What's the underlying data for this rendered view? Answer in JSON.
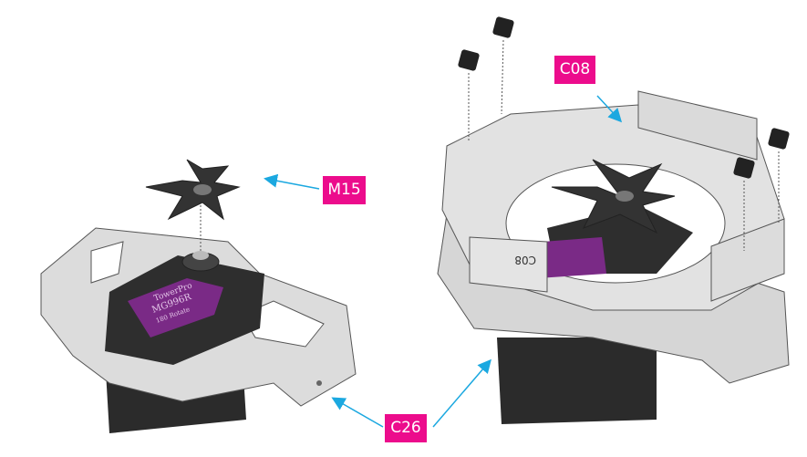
{
  "labels": {
    "c08": "C08",
    "m15": "M15",
    "c26": "C26"
  },
  "servo_label": {
    "brand": "TowerPro",
    "model": "MG996R",
    "note": "180 Rotate"
  },
  "part_marking": "C08",
  "colors": {
    "label_bg": "#ec0c8c",
    "label_text": "#ffffff",
    "arrow": "#1ba8e0",
    "part_grey": "#d9d9d9",
    "servo_black": "#2a2a2a",
    "servo_label": "#7a2a86"
  }
}
